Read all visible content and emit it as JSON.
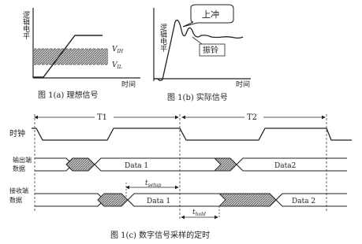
{
  "figure_a": {
    "ylabel": "逻辑电平",
    "xlabel": "时间",
    "vih": "V",
    "vih_sub": "IH",
    "vil": "V",
    "vil_sub": "IL",
    "caption": "图 1(a)  理想信号"
  },
  "figure_b": {
    "ylabel": "逻辑电平",
    "xlabel": "时间",
    "overshoot_label": "上冲",
    "ringing_label": "振铃",
    "caption": "图 1(b)  实际信号"
  },
  "figure_c": {
    "period1": "T1",
    "period2": "T2",
    "clock_label": "时钟",
    "output_label_1": "输出端",
    "output_label_2": "数据",
    "input_label_1": "接收端",
    "input_label_2": "数据",
    "output_data1": "Data 1",
    "output_data2": "Data2",
    "input_data1": "Data 1",
    "input_data2": "Data 2",
    "tsetup_t": "t",
    "tsetup_sub": "setup",
    "thold_t": "t",
    "thold_sub": "hold",
    "caption": "图 1(c)  数字信号采样的定时"
  },
  "colors": {
    "line": "#222222",
    "hatch": "#8a8a8a",
    "dashed": "#444444"
  }
}
